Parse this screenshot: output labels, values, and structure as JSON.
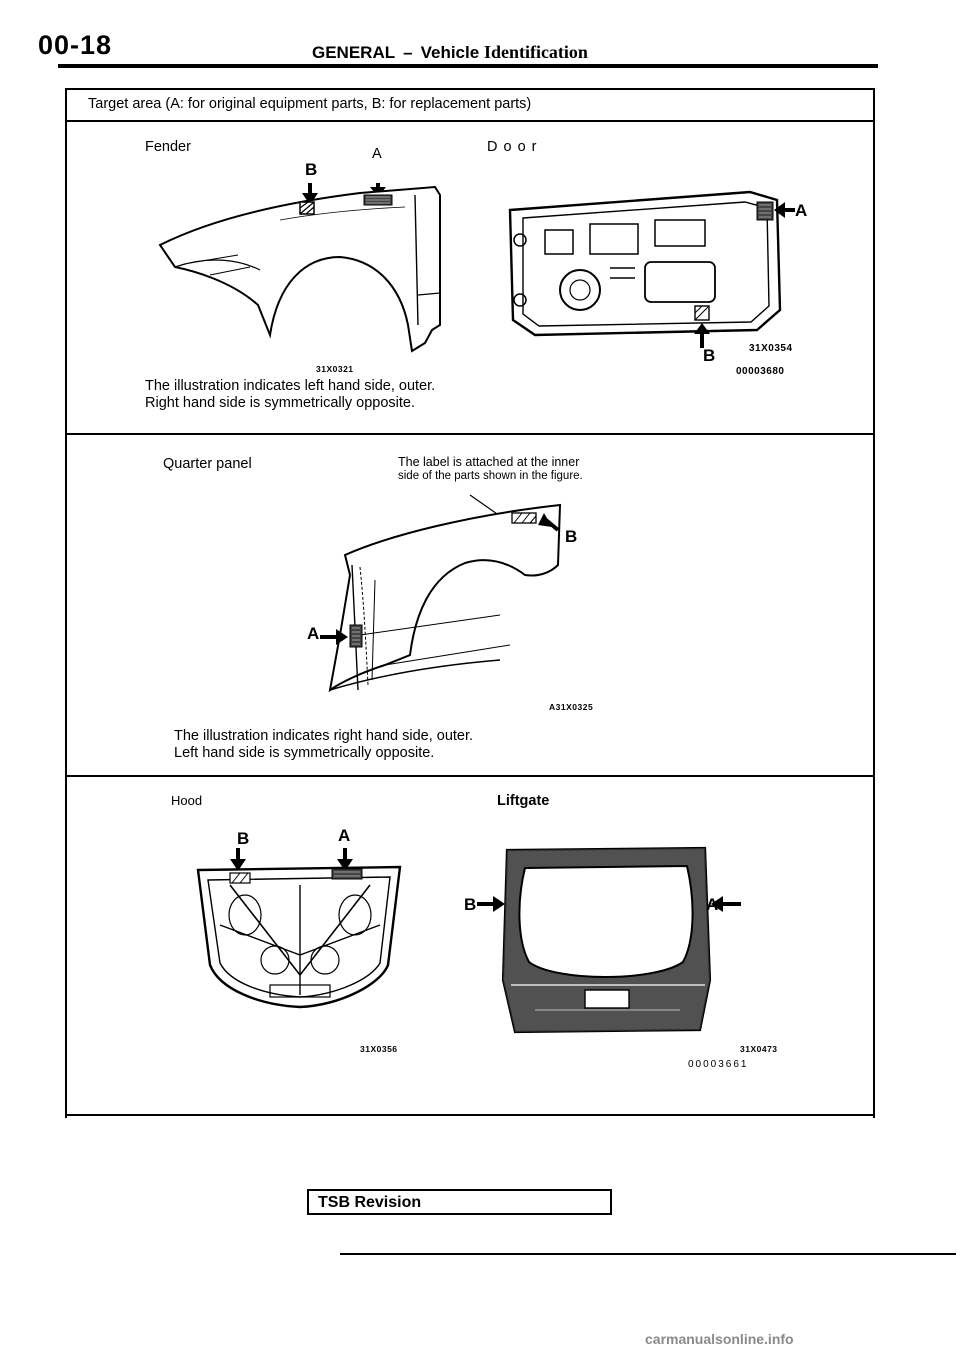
{
  "header": {
    "page_number": "00-18",
    "section": "GENERAL",
    "separator": "–",
    "topic_1": "Vehicle",
    "topic_2": "Identification"
  },
  "target_area": "Target area (A: for original equipment parts, B: for replacement parts)",
  "fender": {
    "title": "Fender",
    "label_a": "A",
    "label_b": "B",
    "code": "31X0321"
  },
  "door": {
    "title": "D o o r",
    "label_a": "A",
    "label_b": "B",
    "code": "31X0354",
    "doc_code": "00003680"
  },
  "note_left_hand": {
    "line1": "The illustration indicates left hand side, outer.",
    "line2": "Right hand side is symmetrically opposite."
  },
  "quarter_panel": {
    "title": "Quarter panel",
    "label_note_line1": "The label is attached at the inner",
    "label_note_line2": "side of the parts shown in the figure.",
    "label_a": "A",
    "label_b": "B",
    "code": "A31X0325"
  },
  "note_right_hand": {
    "line1": "The illustration indicates right hand side, outer.",
    "line2": "Left hand side is symmetrically opposite."
  },
  "hood": {
    "title": "Hood",
    "label_a": "A",
    "label_b": "B",
    "code": "31X0356"
  },
  "liftgate": {
    "title": "Liftgate",
    "label_a": "A",
    "label_b": "B",
    "code": "31X0473",
    "doc_code": "00003661"
  },
  "footer": {
    "tsb_label": "TSB Revision",
    "watermark": "carmanualsonline.info"
  }
}
